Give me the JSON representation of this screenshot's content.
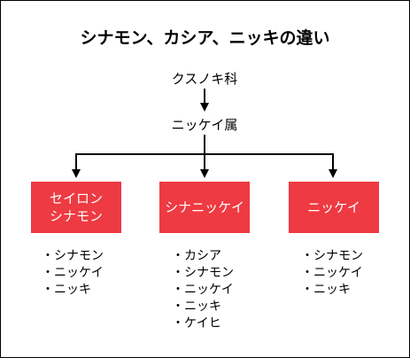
{
  "title": "シナモン、カシア、ニッキの違い",
  "family": "クスノキ科",
  "genus": "ニッケイ属",
  "boxes": [
    {
      "label": "セイロン\nシナモン",
      "items": [
        "・シナモン",
        "・ニッケイ",
        "・ニッキ"
      ]
    },
    {
      "label": "シナニッケイ",
      "items": [
        "・カシア",
        "・シナモン",
        "・ニッケイ",
        "・ニッキ",
        "・ケイヒ"
      ]
    },
    {
      "label": "ニッケイ",
      "items": [
        "・シナモン",
        "・ニッケイ",
        "・ニッキ"
      ]
    }
  ],
  "colors": {
    "box_fill": "#ee3a42",
    "box_text": "#ffffff",
    "line": "#000000"
  }
}
